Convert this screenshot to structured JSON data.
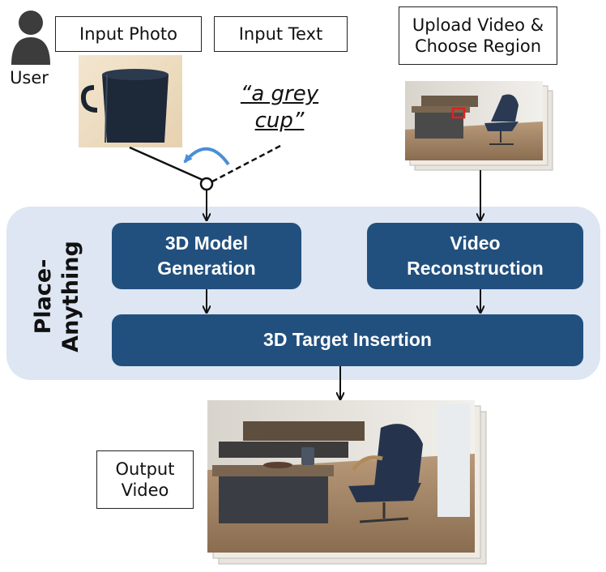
{
  "user": {
    "label": "User",
    "icon": "user-icon"
  },
  "inputs": {
    "photo_label": "Input Photo",
    "text_label": "Input Text",
    "prompt_line1": "“a grey",
    "prompt_line2": "cup”",
    "video_label_line1": "Upload Video &",
    "video_label_line2": "Choose Region"
  },
  "system": {
    "name_line1": "Place-",
    "name_line2": "Anything",
    "modules": {
      "model_gen_line1": "3D Model",
      "model_gen_line2": "Generation",
      "video_recon_line1": "Video",
      "video_recon_line2": "Reconstruction",
      "insertion": "3D Target Insertion"
    }
  },
  "output": {
    "label_line1": "Output",
    "label_line2": "Video"
  },
  "colors": {
    "module_fill": "#22507e",
    "panel_fill": "#dde6f2",
    "arrow_blue": "#4a8fd4",
    "region_marker": "#e02020"
  }
}
